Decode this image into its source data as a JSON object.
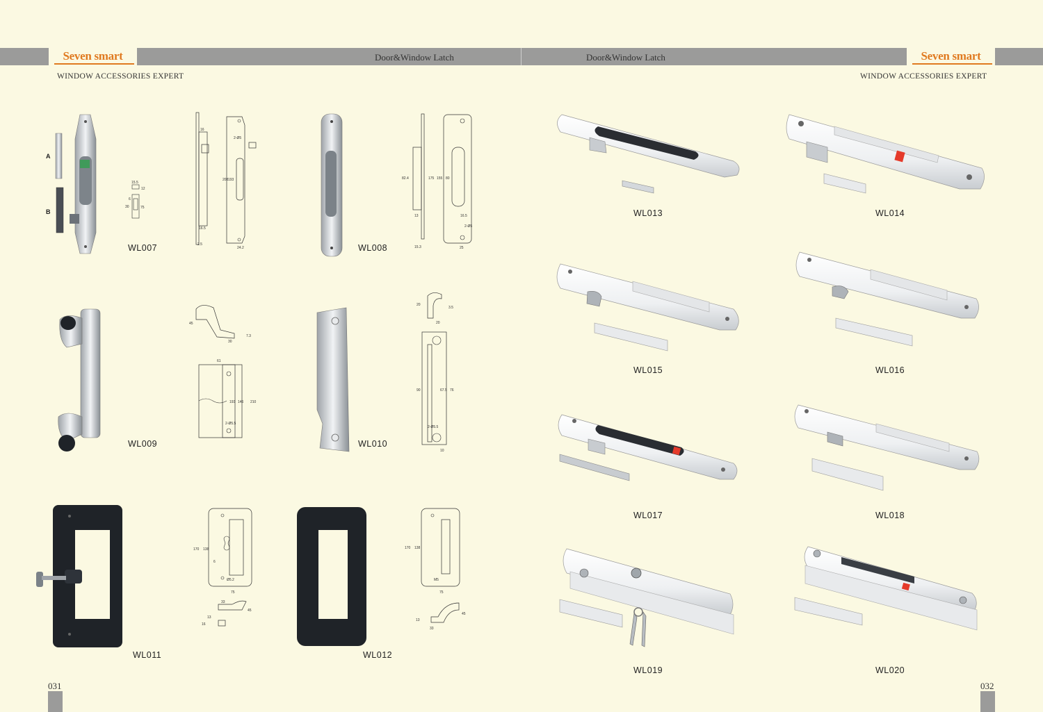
{
  "header": {
    "logo_left": "Seven smart",
    "logo_right": "Seven smart",
    "title_left": "Door&Window Latch",
    "title_right": "Door&Window Latch",
    "tagline_left": "WINDOW ACCESSORIES EXPERT",
    "tagline_right": "WINDOW ACCESSORIES EXPERT"
  },
  "pages": {
    "left": "031",
    "right": "032"
  },
  "products": {
    "wl007": "WL007",
    "wl008": "WL008",
    "wl009": "WL009",
    "wl010": "WL010",
    "wl011": "WL011",
    "wl012": "WL012",
    "wl013": "WL013",
    "wl014": "WL014",
    "wl015": "WL015",
    "wl016": "WL016",
    "wl017": "WL017",
    "wl018": "WL018",
    "wl019": "WL019",
    "wl020": "WL020"
  },
  "markers": {
    "a": "A",
    "b": "B"
  },
  "colors": {
    "background": "#fbf9e2",
    "band": "#9b9b9a",
    "brand": "#e07a20",
    "handle_black": "#1f2328",
    "indicator_red": "#e53a2a"
  }
}
